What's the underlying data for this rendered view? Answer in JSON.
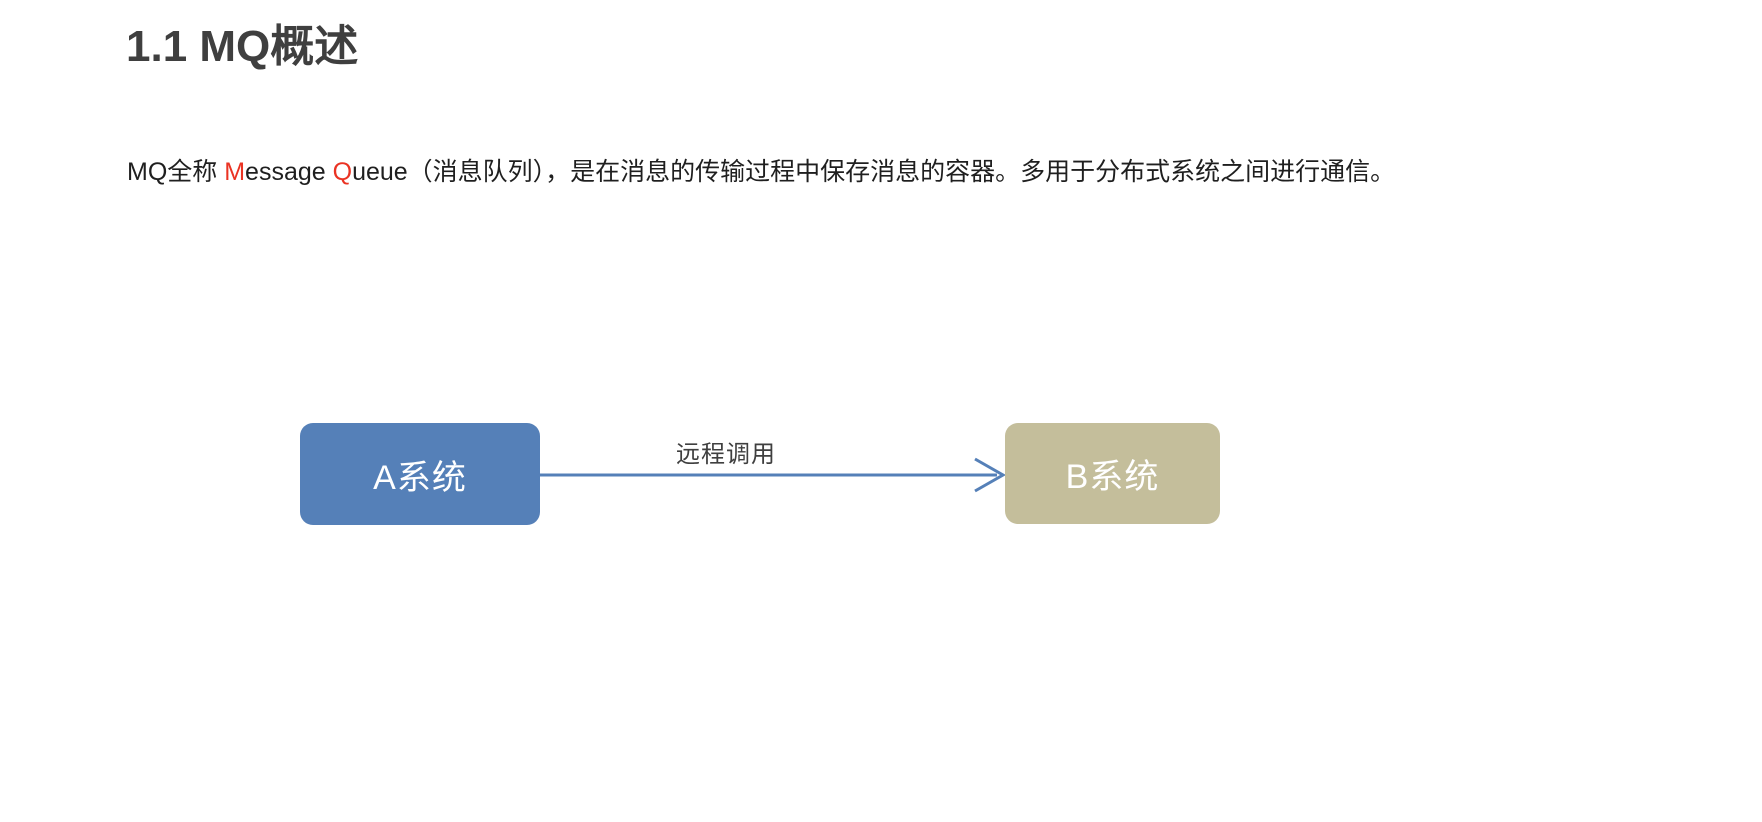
{
  "heading": {
    "text": "1.1 MQ概述"
  },
  "paragraph": {
    "segment_1": "MQ全称 ",
    "accent_1": "M",
    "segment_2": "essage ",
    "accent_2": "Q",
    "segment_3": "ueue（消息队列），是在消息的传输过程中保存消息的容器。多用于分布式系统之间进行通信。"
  },
  "diagram": {
    "node_a": {
      "label": "A系统",
      "fill": "#5580b8",
      "text_color": "#ffffff"
    },
    "node_b": {
      "label": "B系统",
      "fill": "#c4be9b",
      "text_color": "#ffffff"
    },
    "edge": {
      "label": "远程调用",
      "color": "#5580b8",
      "direction": "a-to-b",
      "arrowhead": "open-chevron"
    }
  },
  "colors": {
    "heading": "#3f3f3f",
    "body_text": "#1f1f1f",
    "accent_red": "#ea3323",
    "background": "#ffffff"
  }
}
